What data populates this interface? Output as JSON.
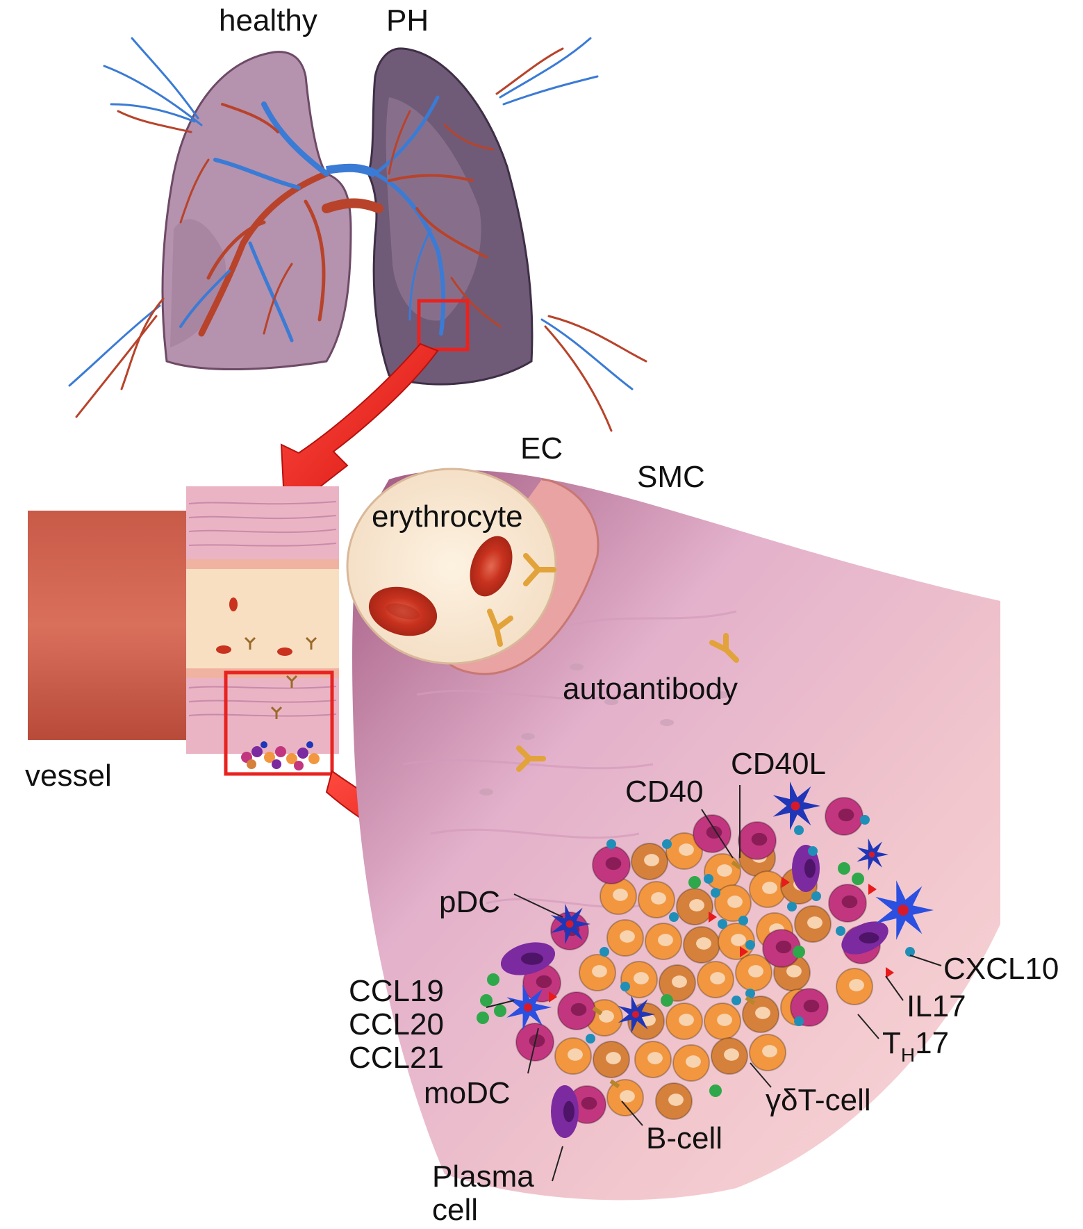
{
  "lungs": {
    "healthy_label": "healthy",
    "ph_label": "PH"
  },
  "vessel": {
    "label": "vessel"
  },
  "cross_section": {
    "ec_label": "EC",
    "smc_label": "SMC",
    "erythrocyte_label": "erythrocyte",
    "autoantibody_label": "autoantibody"
  },
  "infiltrate": {
    "cd40_label": "CD40",
    "cd40l_label": "CD40L",
    "pdc_label": "pDC",
    "cxcl10_label": "CXCL10",
    "il17_label": "IL17",
    "th17_main": "T",
    "th17_sub": "H",
    "th17_tail": "17",
    "ccl19_label": "CCL19",
    "ccl20_label": "CCL20",
    "ccl21_label": "CCL21",
    "modc_label": "moDC",
    "gdt_label": "γδT-cell",
    "bcell_label": "B-cell",
    "plasma_line1": "Plasma",
    "plasma_line2": "cell"
  },
  "colors": {
    "highlight_box": "#e8231f",
    "artery_red": "#b8432a",
    "vein_blue": "#3a7bd5",
    "healthy_lung": "#b592ad",
    "ph_lung": "#6f5b78",
    "erythrocyte": "#c8321e",
    "antibody": "#e2a33a",
    "b_cell": "#c2367f",
    "t_cell_orange": "#f2973f",
    "gd_t_cell": "#d5813c",
    "plasma_cell": "#7c2aa0",
    "dendritic_cell": "#1f36b8",
    "cxcl10_dot": "#1f8fb8",
    "ccl_dot": "#2ea84a",
    "il17_triangle": "#e81a1a"
  }
}
